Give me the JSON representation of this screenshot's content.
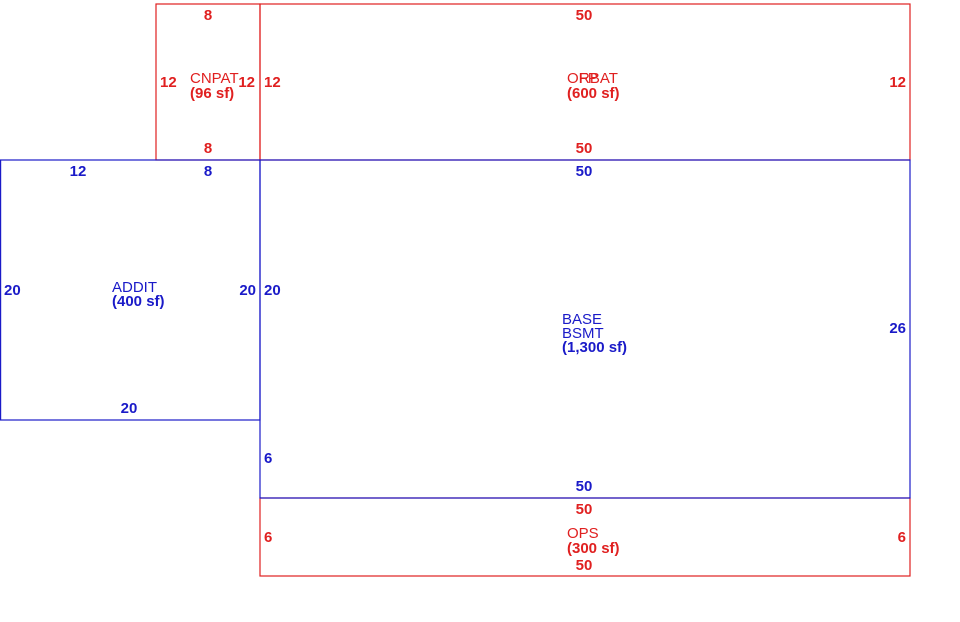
{
  "colors": {
    "red": "#e02020",
    "blue": "#1a1ac8",
    "background": "#ffffff"
  },
  "areas": {
    "cnpat": {
      "label": "CNPAT",
      "area": "(96 sf)",
      "dims": {
        "top": "8",
        "bottom": "8",
        "left": "12",
        "right": "12"
      }
    },
    "ofpat": {
      "label_a": "OFP",
      "label_b": "RBAT",
      "area": "(600 sf)",
      "dims": {
        "top": "50",
        "bottom": "50",
        "left": "12",
        "right": "12"
      }
    },
    "addit": {
      "label": "ADDIT",
      "area": "(400 sf)",
      "dims": {
        "top_a": "12",
        "top_b": "8",
        "bottom": "20",
        "left": "20",
        "right": "20"
      }
    },
    "base": {
      "label": "BASE",
      "label2": "BSMT",
      "area": "(1,300 sf)",
      "dims": {
        "top": "50",
        "bottom": "50",
        "left_a": "20",
        "left_b": "6",
        "right": "26"
      }
    },
    "ops": {
      "label": "OPS",
      "area": "(300 sf)",
      "dims": {
        "top": "50",
        "bottom": "50",
        "left": "6",
        "right": "6"
      }
    }
  }
}
